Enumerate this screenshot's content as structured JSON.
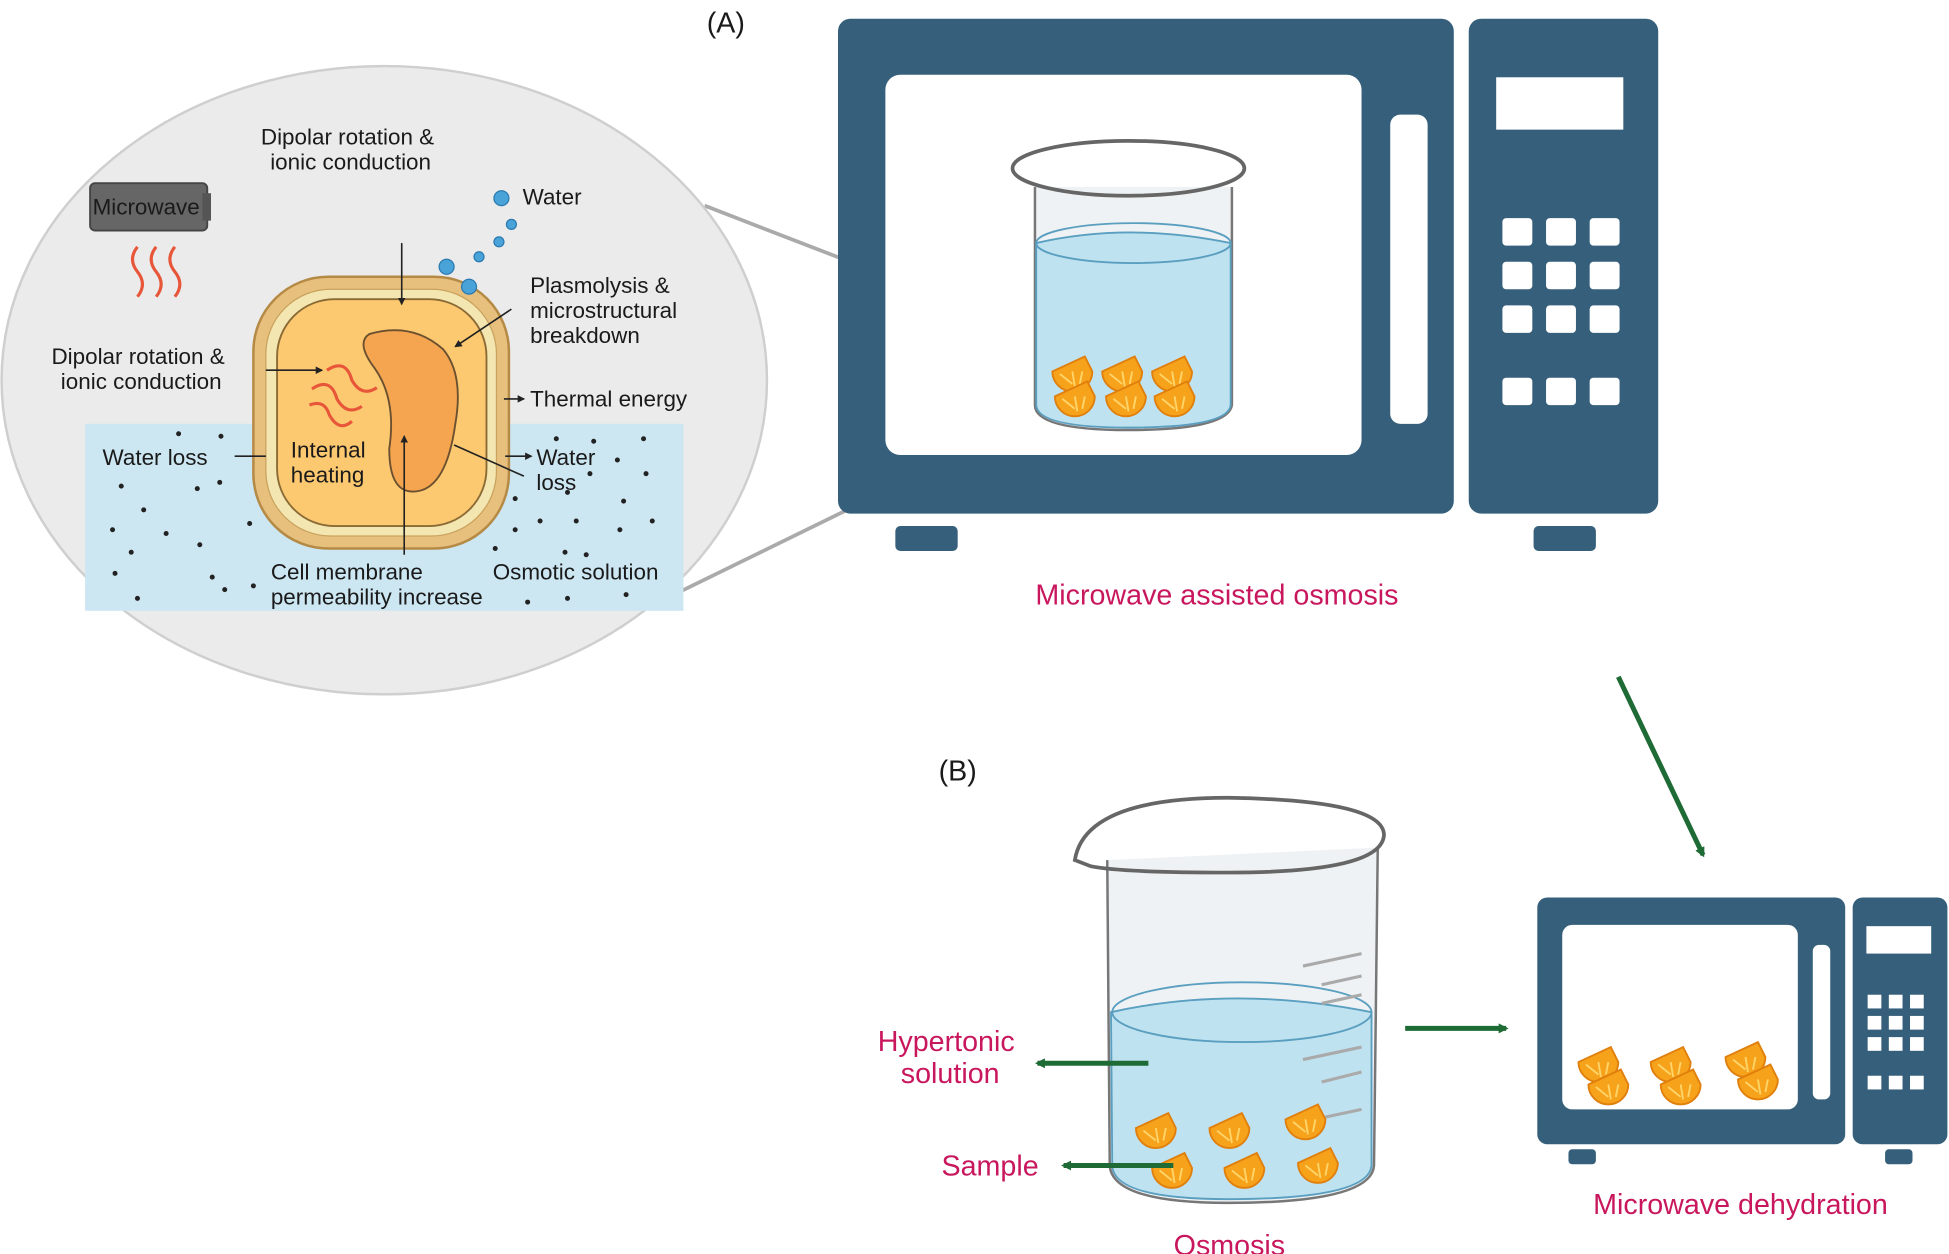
{
  "panel_a": {
    "label": "(A)",
    "caption": "Microwave assisted osmosis",
    "inset": {
      "microwave_label": "Microwave",
      "dipolar_top": [
        "Dipolar rotation &",
        "ionic conduction"
      ],
      "dipolar_left": [
        "Dipolar rotation &",
        "ionic conduction"
      ],
      "water": "Water",
      "plasmolysis": [
        "Plasmolysis &",
        "microstructural",
        "breakdown"
      ],
      "thermal_energy": "Thermal energy",
      "water_loss_left": "Water loss",
      "water_loss_right": [
        "Water",
        "loss"
      ],
      "internal_heating": [
        "Internal",
        "heating"
      ],
      "cell_membrane": [
        "Cell membrane",
        "permeability increase"
      ],
      "osmotic_solution": "Osmotic solution"
    }
  },
  "panel_b": {
    "label": "(B)",
    "hypertonic": [
      "Hypertonic",
      "solution"
    ],
    "sample": "Sample",
    "osmosis": "Osmosis",
    "dehydration": "Microwave dehydration"
  },
  "colors": {
    "microwave": "#355f7a",
    "caption": "#c8175d",
    "arrow": "#1f6b35",
    "solution": "#cce6f2",
    "orange": "#f7a21b"
  }
}
